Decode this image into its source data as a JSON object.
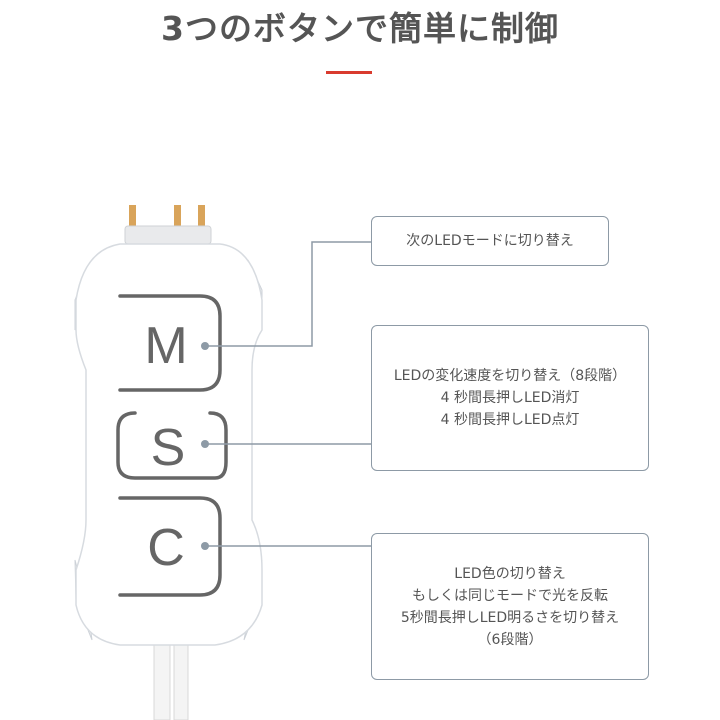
{
  "title": "3つのボタンで簡単に制御",
  "buttons": {
    "m": "M",
    "s": "S",
    "c": "C"
  },
  "callouts": {
    "m": [
      "次のLEDモードに切り替え"
    ],
    "s": [
      "LEDの変化速度を切り替え（8段階）",
      "4 秒間長押しLED消灯",
      "4 秒間長押しLED点灯"
    ],
    "c": [
      "LED色の切り替え",
      "もしくは同じモードで光を反転",
      "5秒間長押しLED明るさを切り替え",
      "（6段階）"
    ]
  },
  "colors": {
    "accent": "#d93b2e",
    "box_border": "#8d9aa6",
    "text": "#555555"
  }
}
